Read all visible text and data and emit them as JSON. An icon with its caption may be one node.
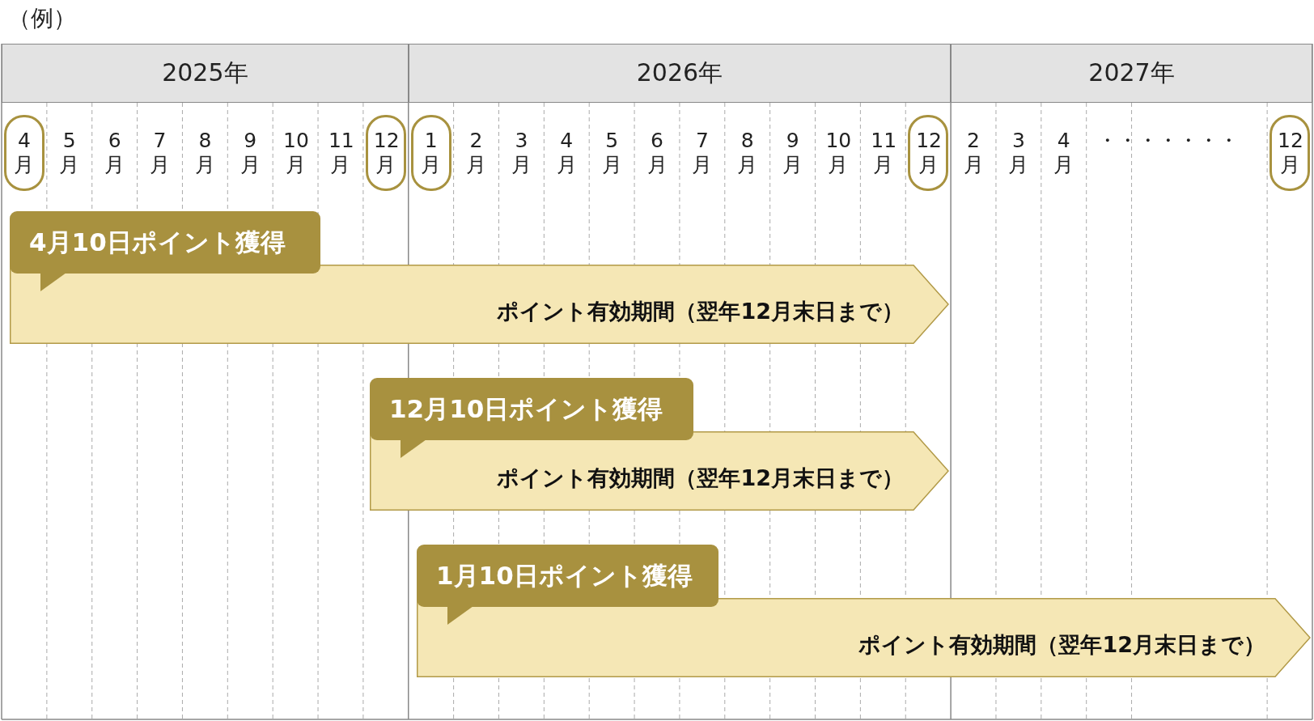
{
  "diagram": {
    "nodes": [
      {
        "text": [
          "2025年"
        ]
      },
      {
        "text": [
          "2026年"
        ]
      },
      {
        "text": [
          "2027年"
        ]
      },
      {
        "text": [
          "4月"
        ]
      },
      {
        "text": [
          "12月"
        ]
      },
      {
        "text": [
          "1月"
        ]
      },
      {
        "text": [
          "12月"
        ]
      },
      {
        "text": [
          "12月"
        ]
      },
      {
        "text": [
          "4月10日ポイント獲得"
        ]
      },
      {
        "text": [
          "ポイント有効期間（翌年12月末日まで）"
        ]
      },
      {
        "text": [
          "12月10日ポイント獲得"
        ]
      },
      {
        "text": [
          "ポイント有効期間（翌年12月末日まで）"
        ]
      },
      {
        "text": [
          "1月10日ポイント獲得"
        ]
      },
      {
        "text": [
          "ポイント有効期間（翌年12月末日まで）"
        ]
      }
    ],
    "edges": [],
    "labels": [
      "（例）",
      "5月",
      "6月",
      "7月",
      "8月",
      "9月",
      "10月",
      "11月",
      "2月",
      "3月",
      "4月",
      "5月",
      "6月",
      "7月",
      "8月",
      "9月",
      "10月",
      "11月",
      "2月",
      "3月",
      "4月",
      "・・・・・・・"
    ]
  }
}
